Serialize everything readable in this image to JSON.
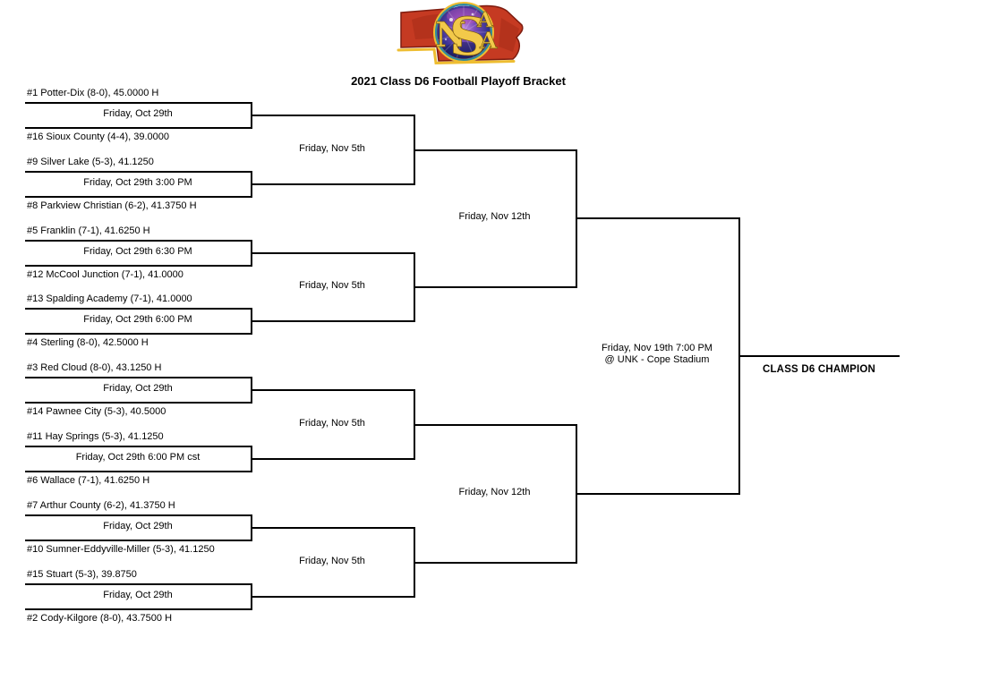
{
  "header": {
    "title": "2021 Class D6 Football Playoff Bracket",
    "logo": {
      "letters": {
        "n": "N",
        "s": "S",
        "a_top": "A",
        "a_bottom": "A"
      },
      "colors": {
        "red": "#c53a22",
        "dark_red": "#7e1c0f",
        "gold": "#eebd31",
        "teal": "#2e8ca0",
        "blue_core": "#2d2c80"
      }
    }
  },
  "bracket": {
    "round1": [
      {
        "top_team": "#1 Potter-Dix (8-0), 45.0000 H",
        "game_label": "Friday, Oct 29th",
        "bottom_team": "#16 Sioux County (4-4), 39.0000"
      },
      {
        "top_team": "#9 Silver Lake (5-3), 41.1250",
        "game_label": "Friday, Oct 29th 3:00 PM",
        "bottom_team": "#8 Parkview Christian (6-2), 41.3750 H"
      },
      {
        "top_team": "#5 Franklin (7-1), 41.6250 H",
        "game_label": "Friday, Oct 29th 6:30 PM",
        "bottom_team": "#12 McCool Junction (7-1), 41.0000"
      },
      {
        "top_team": "#13 Spalding Academy (7-1), 41.0000",
        "game_label": "Friday, Oct 29th 6:00 PM",
        "bottom_team": "#4 Sterling (8-0), 42.5000 H"
      },
      {
        "top_team": "#3 Red Cloud (8-0), 43.1250 H",
        "game_label": "Friday, Oct 29th",
        "bottom_team": "#14 Pawnee City (5-3), 40.5000"
      },
      {
        "top_team": "#11 Hay Springs (5-3), 41.1250",
        "game_label": "Friday, Oct 29th 6:00 PM cst",
        "bottom_team": "#6 Wallace (7-1), 41.6250 H"
      },
      {
        "top_team": "#7 Arthur County (6-2), 41.3750 H",
        "game_label": "Friday, Oct 29th",
        "bottom_team": "#10 Sumner-Eddyville-Miller (5-3), 41.1250"
      },
      {
        "top_team": "#15 Stuart (5-3), 39.8750",
        "game_label": "Friday, Oct 29th",
        "bottom_team": "#2 Cody-Kilgore (8-0), 43.7500 H"
      }
    ],
    "quarterfinals": [
      {
        "game_label": "Friday, Nov 5th"
      },
      {
        "game_label": "Friday, Nov 5th"
      },
      {
        "game_label": "Friday, Nov 5th"
      },
      {
        "game_label": "Friday, Nov 5th"
      }
    ],
    "semifinals": [
      {
        "game_label": "Friday, Nov 12th"
      },
      {
        "game_label": "Friday, Nov 12th"
      }
    ],
    "final": {
      "game_label_line1": "Friday, Nov 19th 7:00 PM",
      "game_label_line2": "@ UNK - Cope Stadium"
    },
    "champion_label": "CLASS D6 CHAMPION"
  }
}
